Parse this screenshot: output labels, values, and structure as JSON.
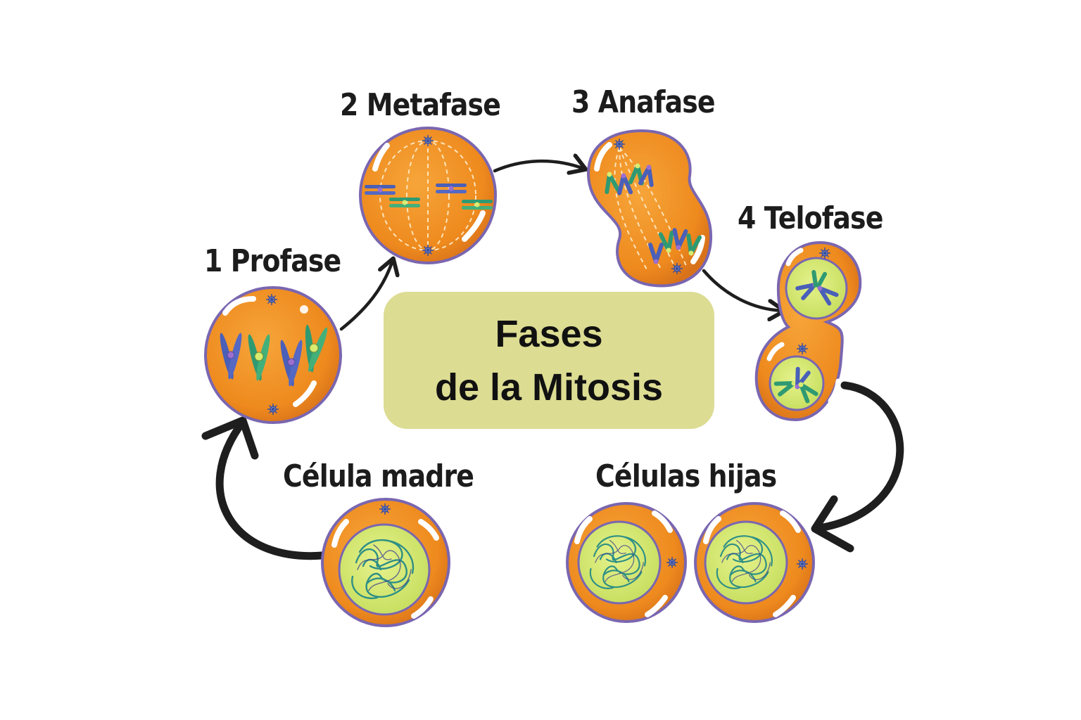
{
  "title": {
    "line1": "Fases",
    "line2": "de la Mitosis"
  },
  "stages": {
    "profase": "1 Profase",
    "metafase": "2 Metafase",
    "anafase": "3 Anafase",
    "telofase": "4 Telofase",
    "celula_madre": "Célula madre",
    "celulas_hijas": "Células hijas"
  },
  "colors": {
    "cell_fill": "#f08c1e",
    "cell_outline": "#7a66b0",
    "nucleus_fill": "#d8ec72",
    "chromatin": "#2e8f86",
    "chromosome_blue": "#4a5fb8",
    "chromosome_green": "#3aa26a",
    "arrow": "#1e1e1e",
    "title_box": "#dcdc93"
  }
}
